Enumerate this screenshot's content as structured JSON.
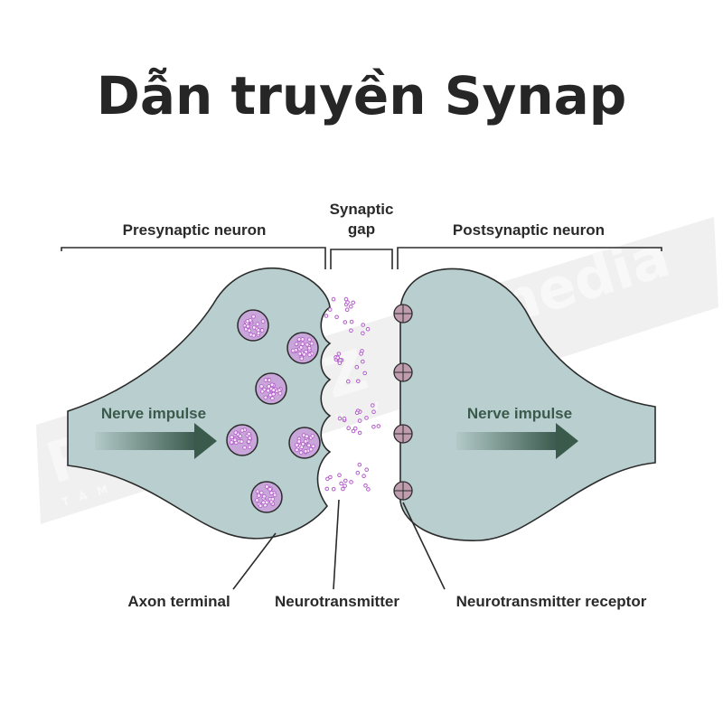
{
  "title": "Dẫn truyền Synap",
  "sections": {
    "presynaptic": "Presynaptic neuron",
    "gap_line1": "Synaptic",
    "gap_line2": "gap",
    "postsynaptic": "Postsynaptic neuron"
  },
  "impulse": {
    "left": "Nerve impulse",
    "right": "Nerve impulse"
  },
  "callouts": {
    "axon_terminal": "Axon terminal",
    "neurotransmitter": "Neurotransmitter",
    "receptor": "Neurotransmitter receptor"
  },
  "watermark": {
    "left_part": "PSYEZ",
    "right_part": "media",
    "tagline": "TÂM LÝ HỌC THẬT HAY"
  },
  "colors": {
    "neuron_fill": "#b9cfcf",
    "neuron_stroke": "#2b2b2b",
    "vesicle_fill": "#c9a6d9",
    "neurotransmitter_dot": "#b25bc8",
    "receptor_fill": "#bf9cae",
    "arrow_dark": "#3a5a4c",
    "title_color": "#262626"
  }
}
